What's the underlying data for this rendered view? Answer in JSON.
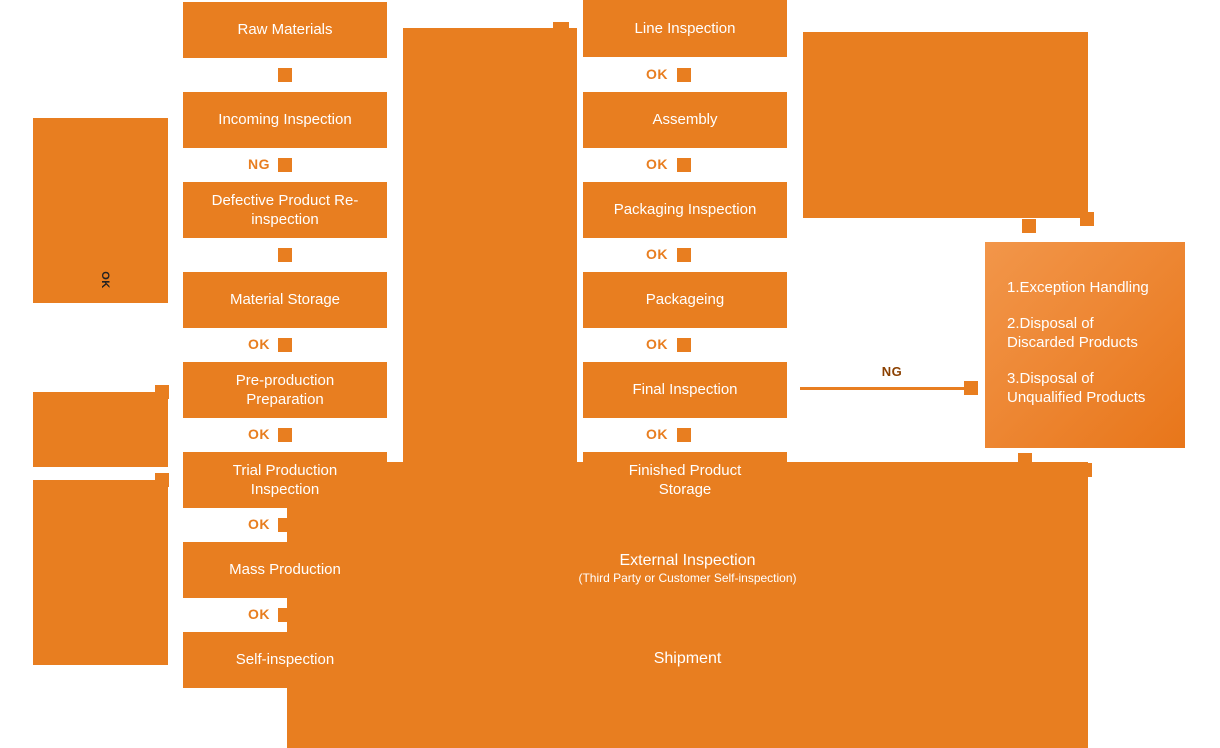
{
  "colors": {
    "primary": "#E87E20",
    "connector_label": "#E87E20",
    "ng_branch_label": "#8B4000",
    "panel_gradient_start": "#F2964A",
    "panel_gradient_end": "#E8761A",
    "text_on_box": "#FFFFFF"
  },
  "left_flow": {
    "steps": [
      "Raw Materials",
      "Incoming Inspection",
      "Defective Product Re-inspection",
      "Material Storage",
      "Pre-production Preparation",
      "Trial Production Inspection",
      "Mass Production",
      "Self-inspection"
    ],
    "connectors": [
      "",
      "NG",
      "",
      "OK",
      "OK",
      "OK",
      "OK"
    ]
  },
  "right_flow": {
    "steps": [
      "Line Inspection",
      "Assembly",
      "Packaging Inspection",
      "Packageing",
      "Final Inspection",
      "Finished Product Storage"
    ],
    "connectors": [
      "OK",
      "OK",
      "OK",
      "OK",
      "OK"
    ]
  },
  "side_marker": "OK",
  "ng_branch": "NG",
  "exception_panel": {
    "items": [
      "1.Exception Handling",
      "2.Disposal of Discarded Products",
      "3.Disposal of Unqualified Products"
    ]
  },
  "bottom_section": {
    "external_inspection_title": "External Inspection",
    "external_inspection_subtitle": "(Third Party or Customer Self-inspection)",
    "shipment": "Shipment"
  }
}
